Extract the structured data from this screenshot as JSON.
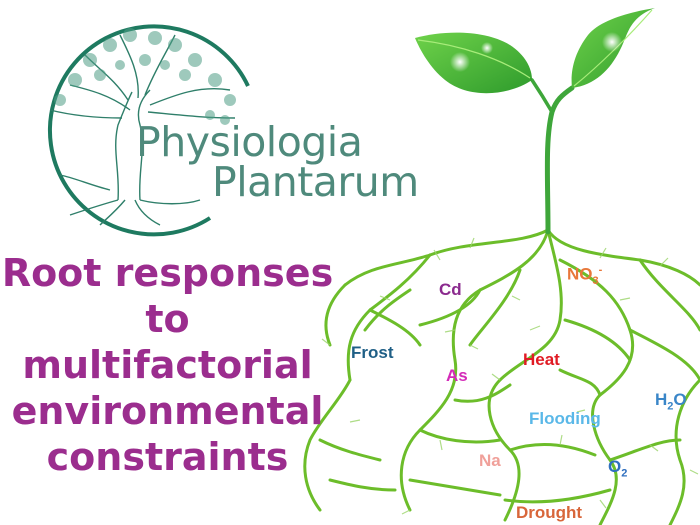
{
  "logo": {
    "line1": "Physiologia",
    "line2": "Plantarum",
    "color": "#4f8a7c",
    "ring_color": "#1e7a60"
  },
  "headline": {
    "lines": [
      "Root responses",
      "to",
      "multifactorial",
      "environmental",
      "constraints"
    ],
    "color": "#9b2d8e"
  },
  "factors": [
    {
      "id": "cd",
      "text": "Cd",
      "color": "#8b2a8e"
    },
    {
      "id": "no3",
      "text": "NO",
      "sub": "3",
      "sup": "-",
      "color": "#e8773a"
    },
    {
      "id": "frost",
      "text": "Frost",
      "color": "#1f5f86"
    },
    {
      "id": "as",
      "text": "As",
      "color": "#d42bb8"
    },
    {
      "id": "heat",
      "text": "Heat",
      "color": "#e01b24"
    },
    {
      "id": "h2o",
      "text": "H",
      "sub": "2",
      "tail": "O",
      "color": "#3a86c8"
    },
    {
      "id": "flooding",
      "text": "Flooding",
      "color": "#5ab8e8"
    },
    {
      "id": "na",
      "text": "Na",
      "color": "#f0a09a"
    },
    {
      "id": "o2",
      "text": "O",
      "sub": "2",
      "color": "#2f6fbf"
    },
    {
      "id": "drought",
      "text": "Drought",
      "color": "#d8663a"
    }
  ],
  "plant": {
    "leaf_color": "#3fae3a",
    "root_color": "#6cbd2a"
  }
}
